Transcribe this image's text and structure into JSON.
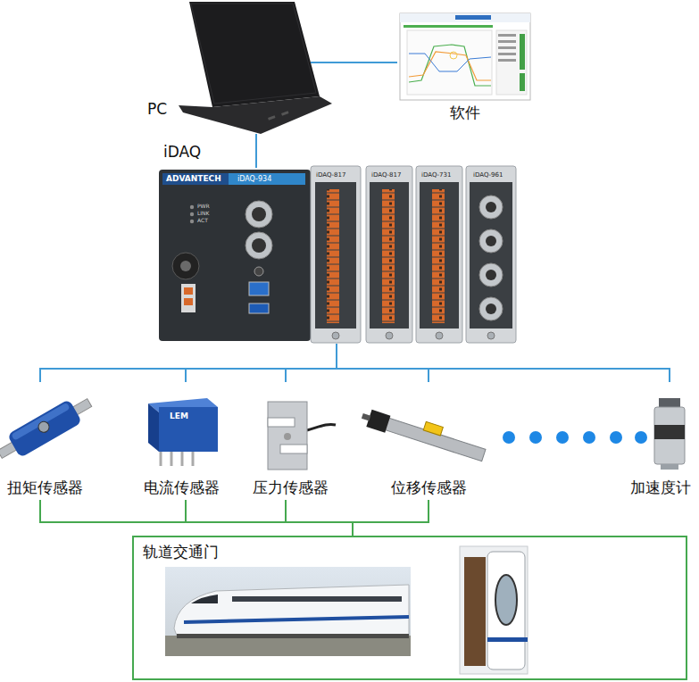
{
  "diagram": {
    "nodes": [
      {
        "text": [
          "PC"
        ]
      },
      {
        "text": [
          "软件"
        ]
      },
      {
        "text": [
          "iDAQ"
        ]
      },
      {
        "text": [
          "扭矩传感器"
        ]
      },
      {
        "text": [
          "电流传感器"
        ]
      },
      {
        "text": [
          "压力传感器"
        ]
      },
      {
        "text": [
          "位移传感器"
        ]
      },
      {
        "text": [
          "加速度计"
        ]
      },
      {
        "text": [
          "轨道交通门"
        ]
      }
    ],
    "edges": [
      {
        "from": 0,
        "to": 1,
        "arrow": "none"
      },
      {
        "from": 0,
        "to": 2,
        "arrow": "none"
      },
      {
        "from": 2,
        "to": 3,
        "arrow": "none"
      },
      {
        "from": 2,
        "to": 4,
        "arrow": "none"
      },
      {
        "from": 2,
        "to": 5,
        "arrow": "none"
      },
      {
        "from": 2,
        "to": 6,
        "arrow": "none"
      },
      {
        "from": 2,
        "to": 7,
        "arrow": "none"
      },
      {
        "from": 3,
        "to": 8,
        "arrow": "none"
      },
      {
        "from": 4,
        "to": 8,
        "arrow": "none"
      },
      {
        "from": 5,
        "to": 8,
        "arrow": "none"
      },
      {
        "from": 6,
        "to": 8,
        "arrow": "none"
      }
    ],
    "labels": [
      "ADVANTECH",
      "iDAQ-934",
      "iDAQ-817",
      "iDAQ-817",
      "iDAQ-731",
      "iDAQ-961",
      "PWR",
      "LINK",
      "ACT",
      "LEM"
    ]
  }
}
